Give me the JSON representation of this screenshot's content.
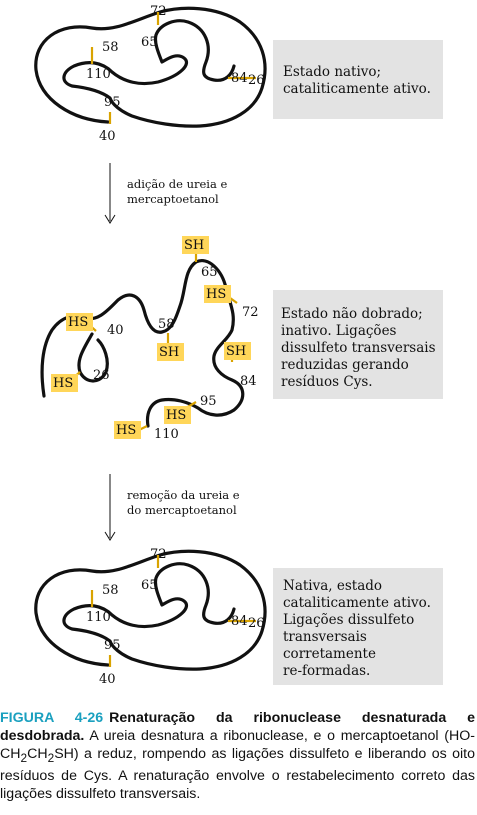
{
  "native_top": {
    "residues": [
      "72",
      "65",
      "58",
      "110",
      "84",
      "26",
      "95",
      "40"
    ],
    "box_lines": [
      "Estado nativo;",
      "cataliticamente ativo."
    ]
  },
  "step1": {
    "lines": [
      "adição de ureia e",
      "mercaptoetanol"
    ]
  },
  "unfolded": {
    "residues": [
      "65",
      "72",
      "40",
      "58",
      "26",
      "84",
      "95",
      "110"
    ],
    "sh_labels": [
      "SH",
      "HS",
      "HS",
      "SH",
      "HS",
      "SH",
      "HS",
      "HS"
    ],
    "box_lines": [
      "Estado não dobrado;",
      "inativo. Ligações",
      "dissulfeto transversais",
      "reduzidas gerando",
      "resíduos Cys."
    ]
  },
  "step2": {
    "lines": [
      "remoção da ureia e",
      "do mercaptoetanol"
    ]
  },
  "native_bottom": {
    "residues": [
      "72",
      "65",
      "58",
      "110",
      "84",
      "26",
      "95",
      "40"
    ],
    "box_lines": [
      "Nativa, estado",
      "cataliticamente ativo.",
      "Ligações dissulfeto",
      "transversais",
      "corretamente",
      "re-formadas."
    ]
  },
  "caption": {
    "figure_label": "FIGURA 4-26",
    "title": "Renaturação da ribonuclease desnaturada e desdobrada.",
    "body_1": "A ureia desnatura a ribonuclease, e o mercaptoetanol (HO-CH",
    "sub_1": "2",
    "body_2": "CH",
    "sub_2": "2",
    "body_3": "SH) a reduz, rompendo as ligações dissulfeto e liberando os oito resíduos de Cys. A renaturação envolve o restabelecimento correto das ligações dissulfeto transversais."
  },
  "colors": {
    "disulfide": "#d9a300",
    "sh_highlight": "#ffd659",
    "box_fill": "#e3e3e3",
    "figure_label": "#1aa0bf"
  }
}
